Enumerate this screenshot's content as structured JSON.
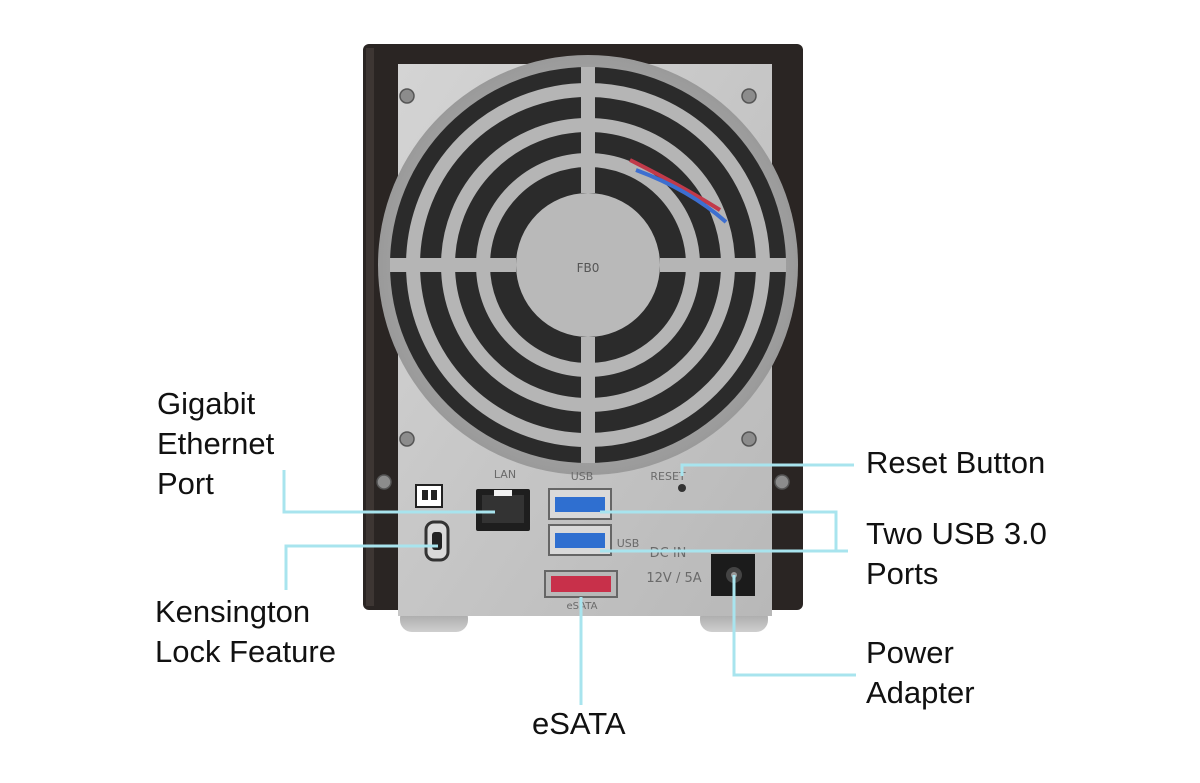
{
  "figure": {
    "subject": "rear panel of two-bay NAS enclosure",
    "callouts": {
      "lan": [
        "Gigabit",
        "Ethernet",
        "Port"
      ],
      "kensington": [
        "Kensington",
        "Lock Feature"
      ],
      "esata": [
        "eSATA"
      ],
      "reset": [
        "Reset Button"
      ],
      "usb": [
        "Two USB 3.0",
        "Ports"
      ],
      "power": [
        "Power",
        "Adapter"
      ]
    },
    "panel_labels": {
      "lan": "LAN",
      "usb_top": "USB",
      "usb_bottom": "USB",
      "reset": "RESET",
      "dc_in": "DC IN",
      "dc_rating": "12V / 5A",
      "esata": "eSATA",
      "fan_hub": "FB0"
    },
    "colors": {
      "leader_line": "#a8e4ee",
      "chassis": "#2a2523",
      "panel": "#c9c9c9",
      "usb_port": "#2f6fd0",
      "esata_port": "#c8304a"
    }
  }
}
